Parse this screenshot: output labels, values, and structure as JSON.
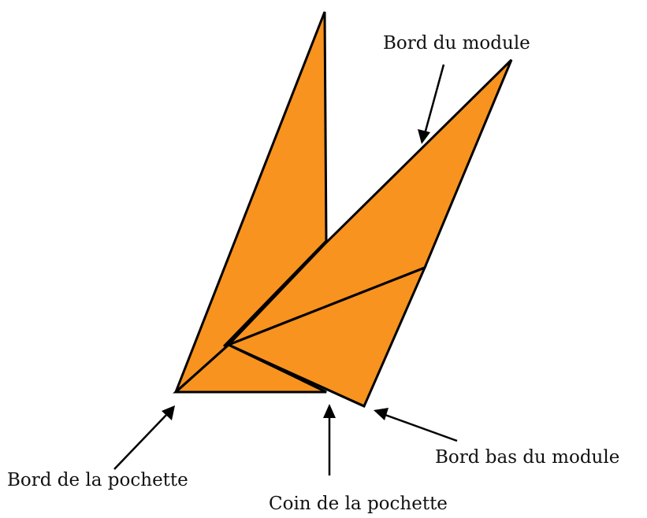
{
  "colors": {
    "paper": "#F7931E",
    "outline": "#000000",
    "background": "#FFFFFF",
    "text": "#111111"
  },
  "labels": {
    "bord_module": "Bord du module",
    "bord_bas_module": "Bord bas du module",
    "bord_pochette": "Bord de la pochette",
    "coin_pochette": "Coin de la pochette"
  }
}
